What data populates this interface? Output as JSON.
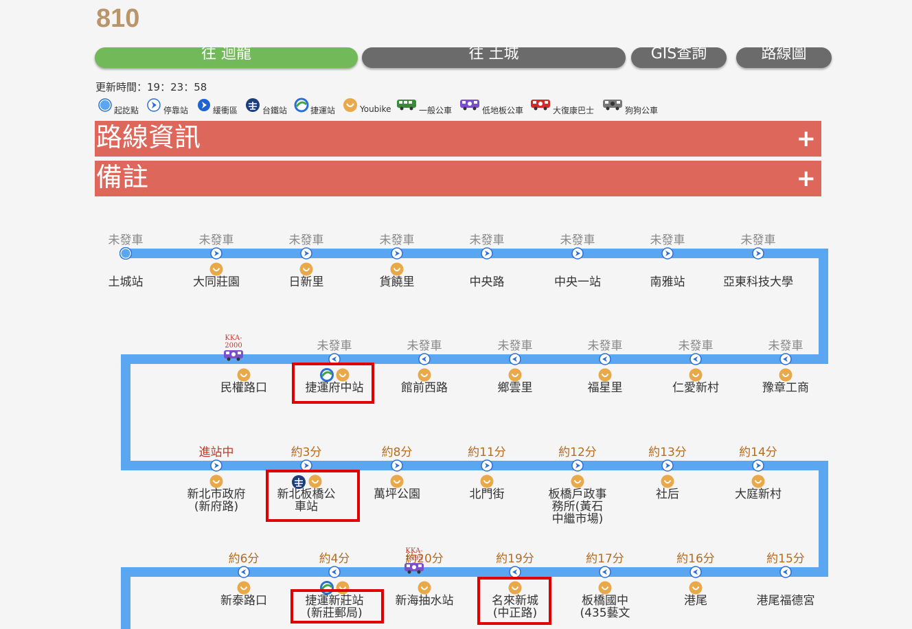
{
  "route": {
    "number": "810"
  },
  "tabs": [
    {
      "label": "往 迴龍",
      "active": true
    },
    {
      "label": "往 土城",
      "active": false
    },
    {
      "label": "GIS查詢",
      "active": false
    },
    {
      "label": "路線圖",
      "active": false
    }
  ],
  "update": {
    "label": "更新時間：",
    "time": "19：23：58"
  },
  "legend": [
    {
      "icon": "start-point-icon",
      "label": "起訖點"
    },
    {
      "icon": "stop-icon",
      "label": "停靠站"
    },
    {
      "icon": "buffer-zone-icon",
      "label": "緩衝區"
    },
    {
      "icon": "railway-station-icon",
      "label": "台鐵站"
    },
    {
      "icon": "mrt-station-icon",
      "label": "捷運站"
    },
    {
      "icon": "youbike-icon",
      "label": "Youbike"
    },
    {
      "icon": "general-bus-icon",
      "label": "一般公車"
    },
    {
      "icon": "low-floor-bus-icon",
      "label": "低地板公車"
    },
    {
      "icon": "rehab-bus-icon",
      "label": "大復康巴士"
    },
    {
      "icon": "dog-bus-icon",
      "label": "狗狗公車"
    }
  ],
  "sections": {
    "route_info": "路線資訊",
    "notes": "備註",
    "expand": "+"
  },
  "colors": {
    "accent": "#72b95a",
    "tab_gray": "#6b6b6b",
    "section_bar": "#dd675a",
    "route_line": "#5aa6f0",
    "highlight": "#e00000",
    "youbike": "#e9a849",
    "estimate": "#b76b1e",
    "arriving": "#c0392b"
  },
  "rows": [
    {
      "stops": [
        {
          "time": "未發車",
          "name": "土城站",
          "marker": "start",
          "youbike": false
        },
        {
          "time": "未發車",
          "name": "大同莊園",
          "marker": "stop",
          "youbike": true
        },
        {
          "time": "未發車",
          "name": "日新里",
          "marker": "stop",
          "youbike": true
        },
        {
          "time": "未發車",
          "name": "貨饒里",
          "marker": "stop",
          "youbike": true
        },
        {
          "time": "未發車",
          "name": "中央路",
          "marker": "stop",
          "youbike": false
        },
        {
          "time": "未發車",
          "name": "中央一站",
          "marker": "stop",
          "youbike": false
        },
        {
          "time": "未發車",
          "name": "南雅站",
          "marker": "stop",
          "youbike": false
        },
        {
          "time": "未發車",
          "name": "亞東科技大學",
          "marker": "stop",
          "youbike": false
        }
      ]
    },
    {
      "stops": [
        {
          "time": "",
          "name": "民權路口",
          "marker": "none",
          "youbike": true,
          "bus_plate": "KKA-2000"
        },
        {
          "time": "未發車",
          "name": "捷運府中站",
          "marker": "stop",
          "youbike": true,
          "mrt": true
        },
        {
          "time": "未發車",
          "name": "館前西路",
          "marker": "stop",
          "youbike": true
        },
        {
          "time": "未發車",
          "name": "鄉雲里",
          "marker": "stop",
          "youbike": true
        },
        {
          "time": "未發車",
          "name": "福星里",
          "marker": "stop",
          "youbike": true
        },
        {
          "time": "未發車",
          "name": "仁愛新村",
          "marker": "stop",
          "youbike": true
        },
        {
          "time": "未發車",
          "name": "豫章工商",
          "marker": "stop",
          "youbike": true
        }
      ]
    },
    {
      "stops": [
        {
          "time": "進站中",
          "name": "新北市政府\n(新府路)",
          "marker": "stop",
          "youbike": true,
          "status": "arriving"
        },
        {
          "time": "約3分",
          "name": "新北板橋公\n車站",
          "marker": "stop",
          "youbike": true,
          "rail": true
        },
        {
          "time": "約8分",
          "name": "萬坪公園",
          "marker": "stop",
          "youbike": true
        },
        {
          "time": "約11分",
          "name": "北門街",
          "marker": "stop",
          "youbike": true
        },
        {
          "time": "約12分",
          "name": "板橋戶政事\n務所(黃石\n中繼市場)",
          "marker": "stop",
          "youbike": true
        },
        {
          "time": "約13分",
          "name": "社后",
          "marker": "stop",
          "youbike": true
        },
        {
          "time": "約14分",
          "name": "大庭新村",
          "marker": "stop",
          "youbike": true
        }
      ]
    },
    {
      "stops": [
        {
          "time": "約6分",
          "name": "新泰路口",
          "marker": "stop",
          "youbike": true
        },
        {
          "time": "約4分",
          "name": "捷運新莊站\n(新莊郵局)",
          "marker": "stop",
          "youbike": true,
          "mrt": true
        },
        {
          "time": "約20分",
          "name": "新海抽水站",
          "marker": "none",
          "youbike": true,
          "bus_plate": "KKA-1995"
        },
        {
          "time": "約19分",
          "name": "名來新城\n(中正路)",
          "marker": "stop",
          "youbike": true
        },
        {
          "time": "約17分",
          "name": "板橋國中\n(435藝文",
          "marker": "stop",
          "youbike": true
        },
        {
          "time": "約16分",
          "name": "港尾",
          "marker": "stop",
          "youbike": true
        },
        {
          "time": "約15分",
          "name": "港尾福德宮",
          "marker": "stop",
          "youbike": false
        }
      ]
    }
  ]
}
